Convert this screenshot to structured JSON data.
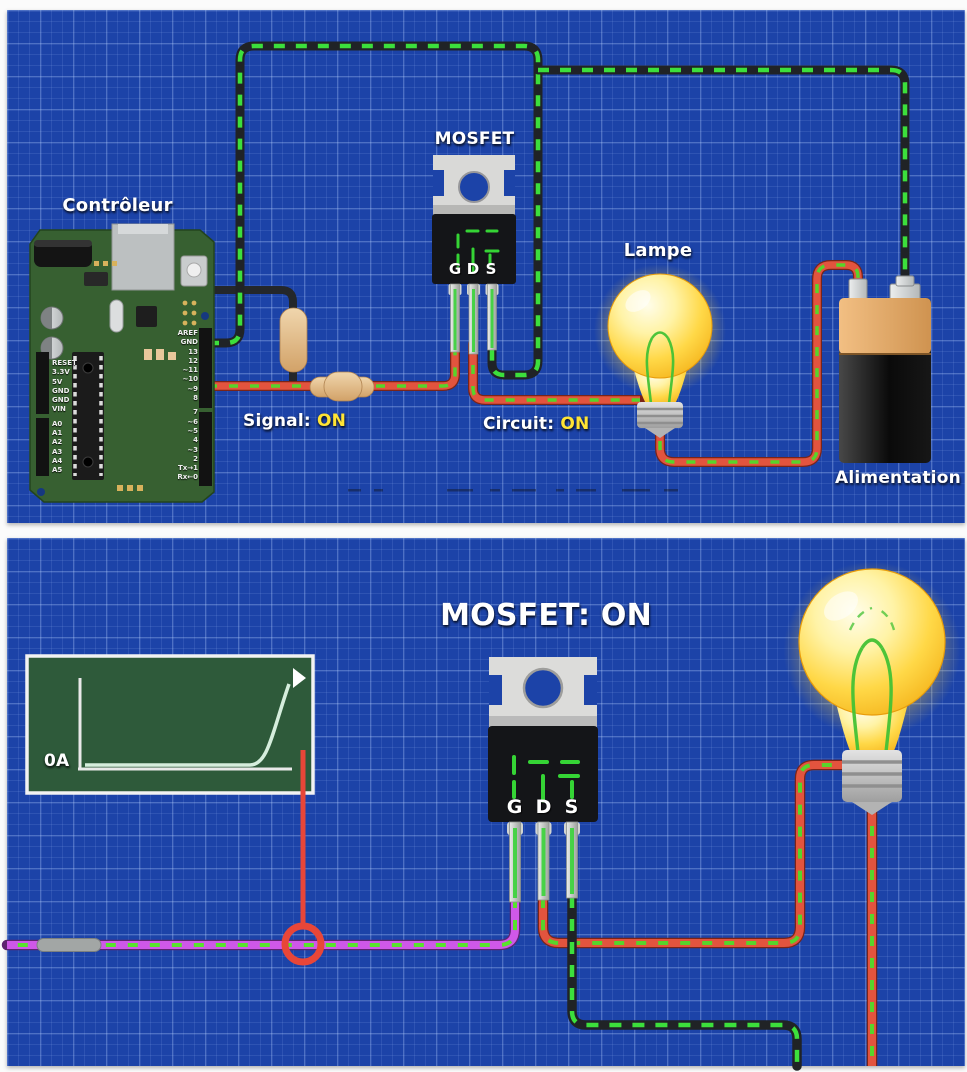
{
  "top_panel": {
    "controller": {
      "label": "Contrôleur",
      "pins_left": [
        "RESET",
        "3.3V",
        "5V",
        "GND",
        "GND",
        "VIN",
        "A0",
        "A1",
        "A2",
        "A3",
        "A4",
        "A5"
      ],
      "pins_right": [
        "AREF",
        "GND",
        "13",
        "12",
        "~11",
        "~10",
        "~9",
        "8",
        "7",
        "~6",
        "~5",
        "4",
        "~3",
        "2",
        "Tx→1",
        "Rx←0"
      ]
    },
    "mosfet": {
      "label": "MOSFET",
      "pins": {
        "g": "G",
        "d": "D",
        "s": "S"
      }
    },
    "lamp": {
      "label": "Lampe"
    },
    "power_supply": {
      "label": "Alimentation"
    },
    "signal_status": {
      "label": "Signal:",
      "value": "ON"
    },
    "circuit_status": {
      "label": "Circuit:",
      "value": "ON"
    }
  },
  "bottom_panel": {
    "title": "MOSFET: ON",
    "mosfet": {
      "pins": {
        "g": "G",
        "d": "D",
        "s": "S"
      }
    },
    "current_graph": {
      "type": "line",
      "y_origin_label": "0A",
      "description": "current stays flat at 0A then rises sharply when MOSFET switches on",
      "marker": "play-triangle"
    }
  },
  "colors": {
    "blueprint_background": "#1c43a8",
    "wire_green_dash": "#3cdf3c",
    "wire_black": "#24272a",
    "wire_red": "#e2543e",
    "wire_purple": "#cf58e8",
    "status_on_yellow": "#ffe434",
    "graph_background": "#2e5a3a",
    "annotation_red": "#e84638",
    "battery_band_tan": "#e2a868",
    "bulb_yellow": "#ffd847"
  }
}
